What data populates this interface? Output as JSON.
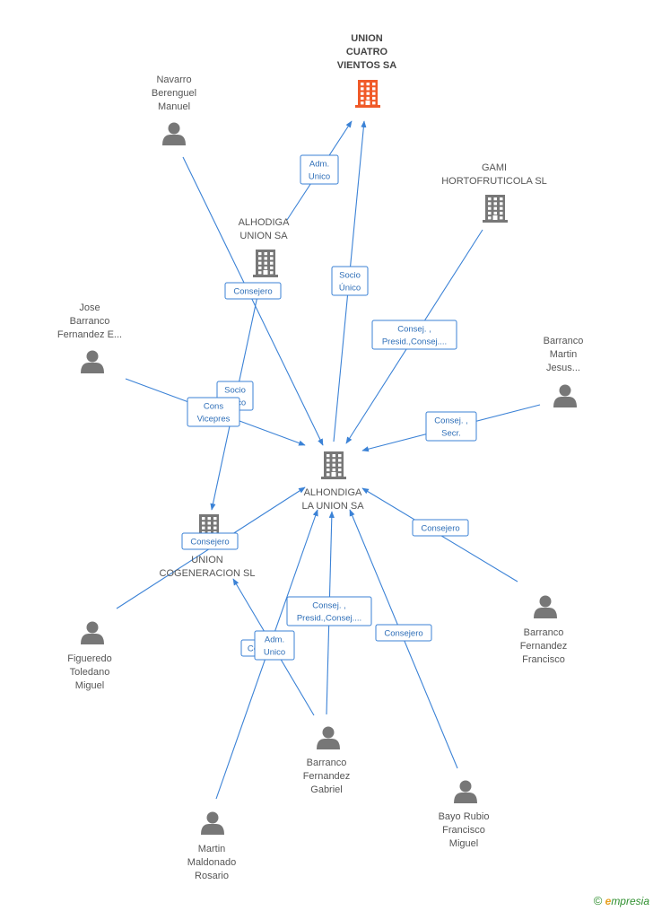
{
  "colors": {
    "edge": "#3b82d6",
    "building": "#777777",
    "building_highlight": "#f05a28",
    "person": "#777777"
  },
  "nodes": [
    {
      "id": "uc",
      "kind": "building",
      "highlight": true,
      "lines": [
        "UNION",
        "CUATRO",
        "VIENTOS SA"
      ]
    },
    {
      "id": "nav",
      "kind": "person",
      "lines": [
        "Navarro",
        "Berenguel",
        "Manuel"
      ]
    },
    {
      "id": "gami",
      "kind": "building",
      "lines": [
        "GAMI",
        "HORTOFRUTICOLA SL"
      ]
    },
    {
      "id": "alu",
      "kind": "building",
      "lines": [
        "ALHODIGA",
        "UNION SA"
      ]
    },
    {
      "id": "jose",
      "kind": "person",
      "lines": [
        "Jose",
        "Barranco",
        "Fernandez E..."
      ]
    },
    {
      "id": "bmj",
      "kind": "person",
      "lines": [
        "Barranco",
        "Martin",
        "Jesus..."
      ]
    },
    {
      "id": "alh",
      "kind": "building",
      "lines": [
        "ALHONDIGA",
        "LA UNION SA"
      ]
    },
    {
      "id": "cog",
      "kind": "building",
      "lines": [
        "UNION",
        "COGENERACION SL"
      ]
    },
    {
      "id": "fig",
      "kind": "person",
      "lines": [
        "Figueredo",
        "Toledano",
        "Miguel"
      ]
    },
    {
      "id": "bff",
      "kind": "person",
      "lines": [
        "Barranco",
        "Fernandez",
        "Francisco"
      ]
    },
    {
      "id": "bfg",
      "kind": "person",
      "lines": [
        "Barranco",
        "Fernandez",
        "Gabriel"
      ]
    },
    {
      "id": "mmr",
      "kind": "person",
      "lines": [
        "Martin",
        "Maldonado",
        "Rosario"
      ]
    },
    {
      "id": "bayo",
      "kind": "person",
      "lines": [
        "Bayo Rubio",
        "Francisco",
        "Miguel"
      ]
    }
  ],
  "edges": [
    {
      "from": "alu",
      "to": "uc",
      "lines": [
        "Adm.",
        "Unico"
      ]
    },
    {
      "from": "alh",
      "to": "uc",
      "lines": [
        "Socio",
        "Único"
      ]
    },
    {
      "from": "nav",
      "to": "alh",
      "lines": [
        "Consejero"
      ]
    },
    {
      "from": "alu",
      "to": "cog",
      "lines": [
        "Socio",
        "Único"
      ]
    },
    {
      "from": "gami",
      "to": "alh",
      "lines": [
        "Consej. ,",
        "Presid.,Consej...."
      ]
    },
    {
      "from": "jose",
      "to": "alh",
      "lines": [
        "Cons",
        "Vicepres"
      ]
    },
    {
      "from": "bmj",
      "to": "alh",
      "lines": [
        "Consej. ,",
        "Secr."
      ]
    },
    {
      "from": "fig",
      "to": "alh",
      "lines": [
        "Consejero"
      ]
    },
    {
      "from": "bff",
      "to": "alh",
      "lines": [
        "Consejero"
      ]
    },
    {
      "from": "bfg",
      "to": "alh",
      "lines": [
        "Consej. ,",
        "Presid.,Consej...."
      ]
    },
    {
      "from": "bfg",
      "to": "cog",
      "lines": [
        "Co"
      ]
    },
    {
      "from": "mmr",
      "to": "alh",
      "lines": [
        "Adm.",
        "Unico"
      ]
    },
    {
      "from": "bayo",
      "to": "alh",
      "lines": [
        "Consejero"
      ]
    }
  ],
  "brand": {
    "copyright": "©",
    "initial": "e",
    "rest": "mpresia"
  }
}
